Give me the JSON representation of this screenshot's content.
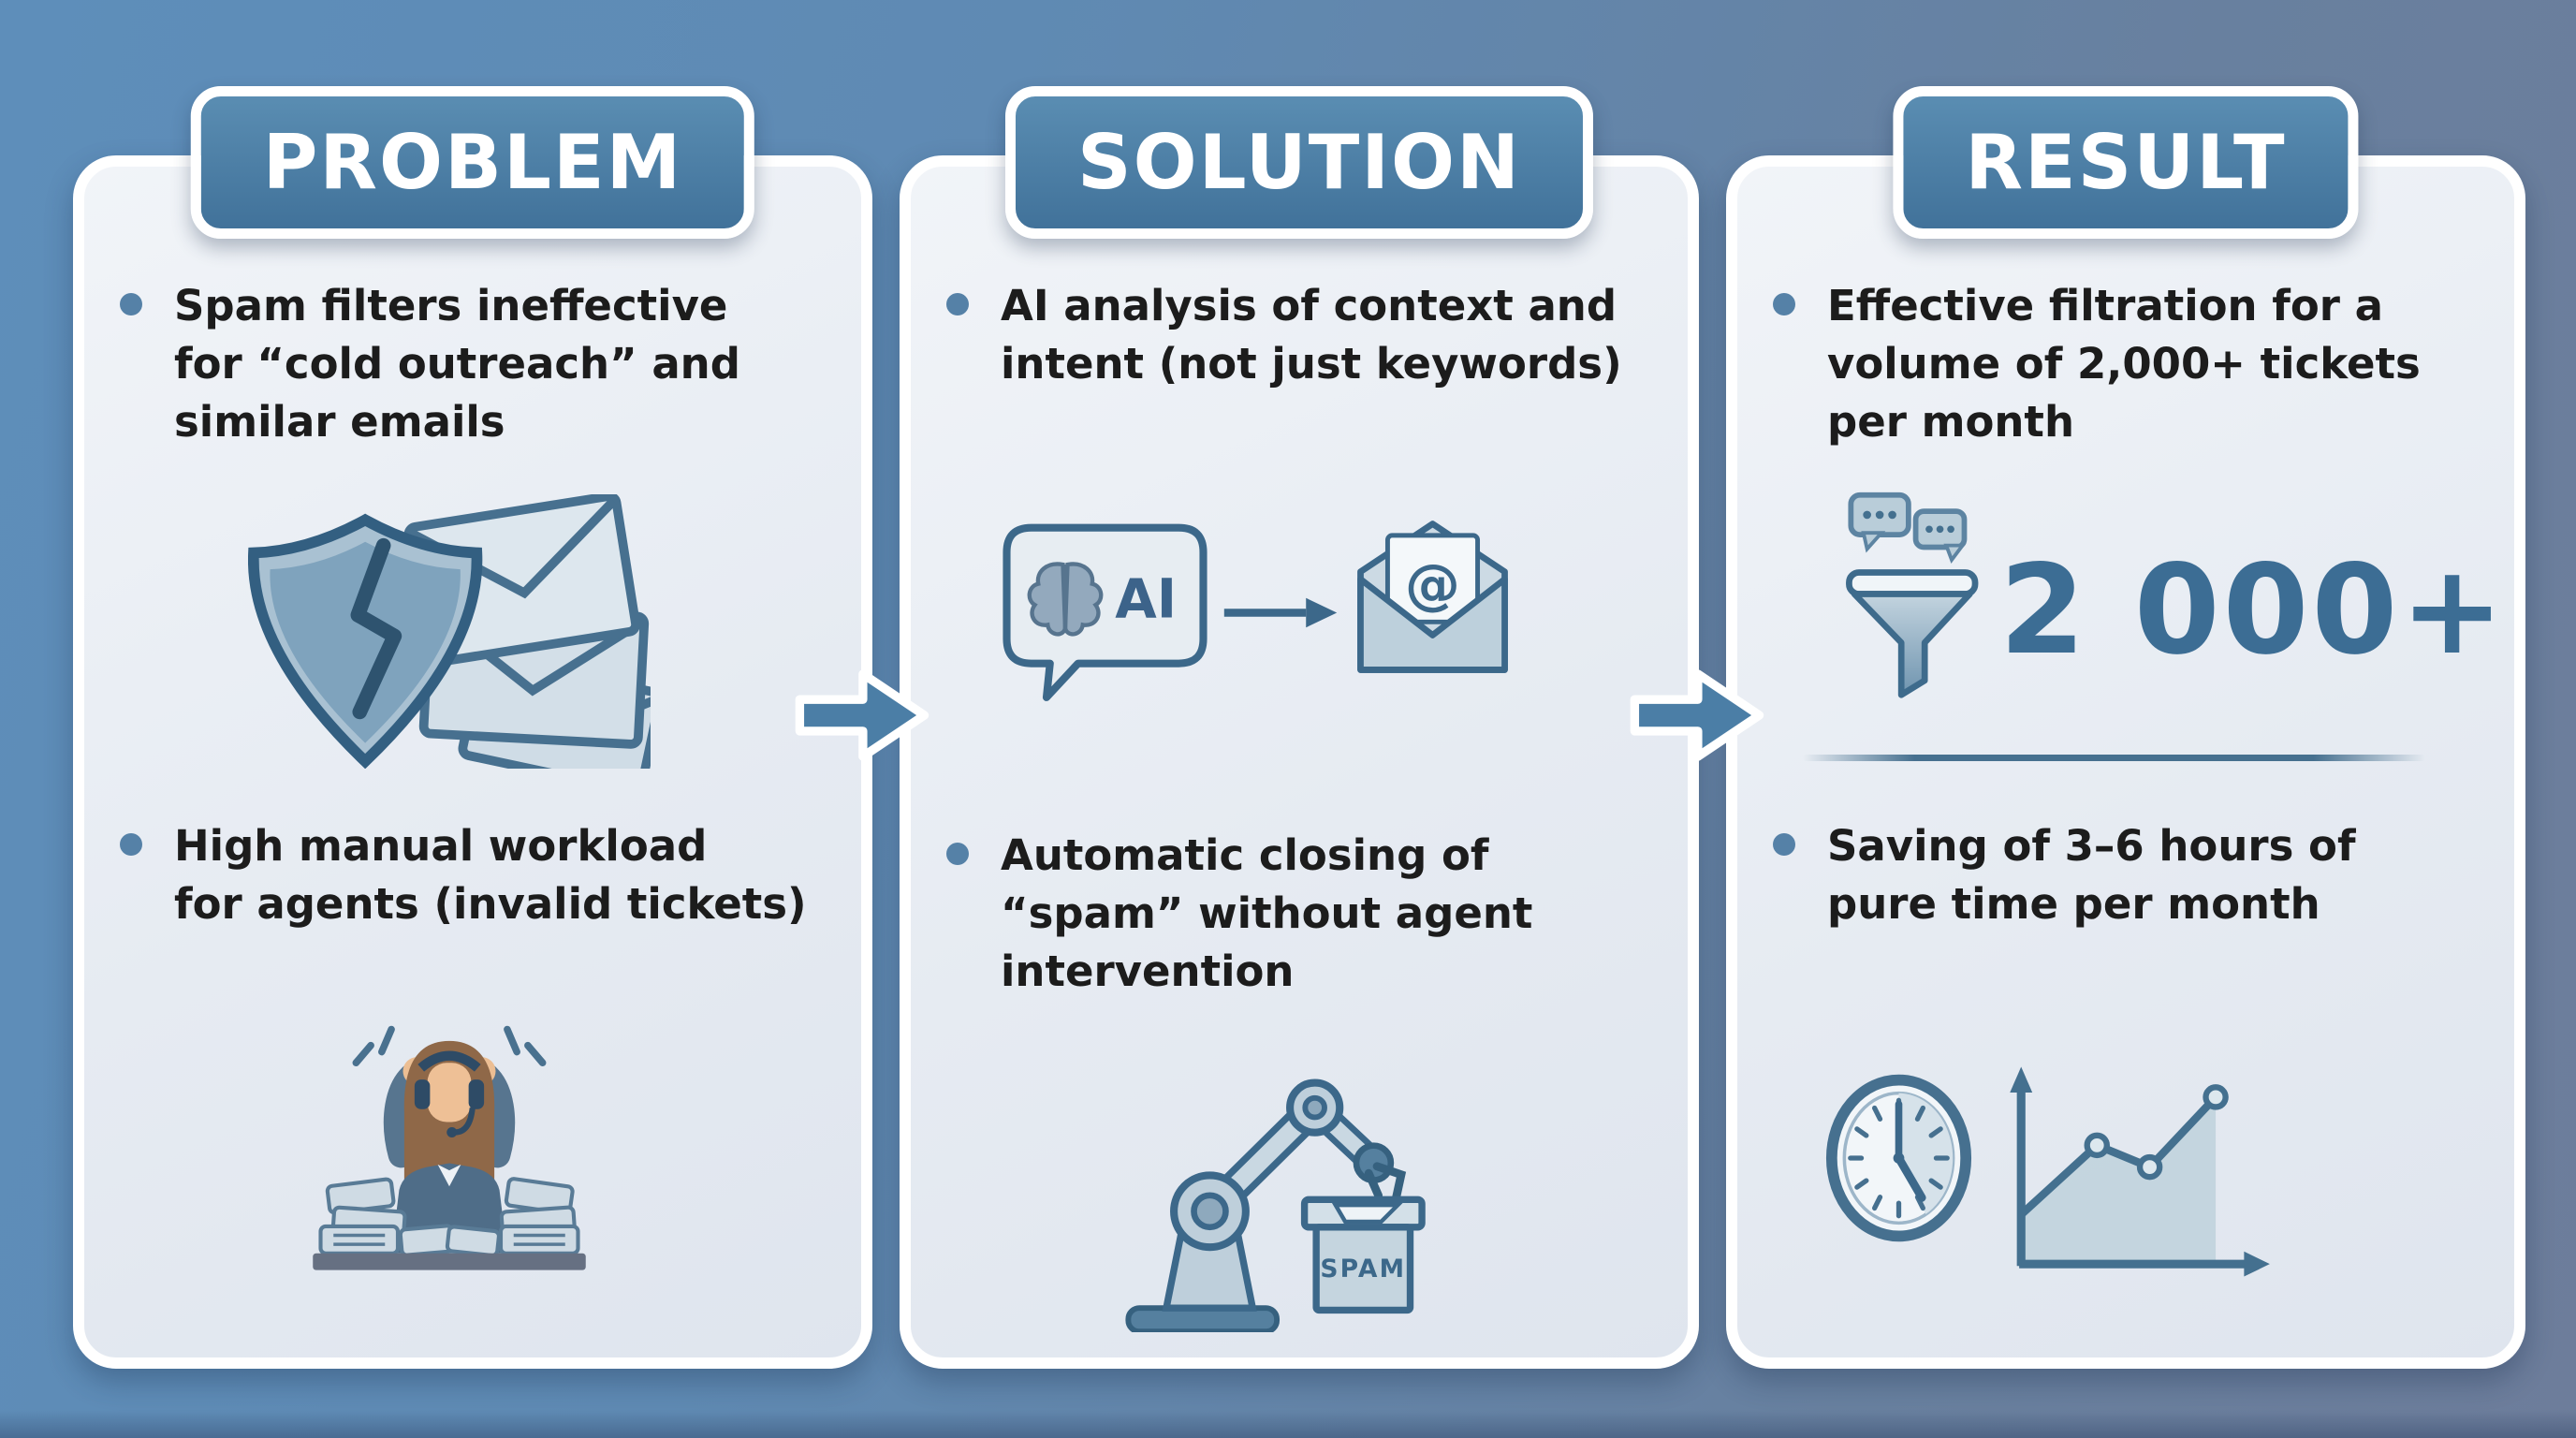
{
  "columns": [
    {
      "header": "PROBLEM",
      "bullet1": "Spam filters ineffective\nfor “cold outreach” and\nsimilar emails",
      "bullet2": "High manual workload\nfor agents (invalid tickets)"
    },
    {
      "header": "SOLUTION",
      "bullet1": "AI analysis of context and\nintent (not just keywords)",
      "bullet2": "Automatic closing of\n“spam” without agent\nintervention",
      "ai_label": "AI",
      "spam_label": "SPAM"
    },
    {
      "header": "RESULT",
      "bullet1": "Effective filtration for a\nvolume of 2,000+ tickets\nper month",
      "metric": "2 000+",
      "bullet2": "Saving of 3–6 hours of\npure time per month"
    }
  ],
  "icons": {
    "problem": [
      "broken-shield-icon",
      "envelope-stack-icon",
      "stressed-agent-icon"
    ],
    "solution": [
      "ai-chat-brain-icon",
      "arrow-right-icon",
      "email-at-icon",
      "robot-arm-icon",
      "spam-box-icon"
    ],
    "result": [
      "chat-bubbles-icon",
      "funnel-icon",
      "clock-icon",
      "growth-chart-icon"
    ],
    "connectors": [
      "flow-arrow-icon",
      "flow-arrow-icon"
    ]
  },
  "colors": {
    "background_left": "#5e8eba",
    "background_right": "#6d7d9b",
    "card": "#e9edf3",
    "badge": "#47799f",
    "accent_arrow": "#4b7ea6",
    "icon_stroke": "#3c688a",
    "icon_fill_light": "#ccdae4",
    "icon_fill_mid": "#9fb8c9",
    "bullet_dot": "#5581a7",
    "text": "#1c1c1c",
    "metric_blue": "#3c6d94"
  }
}
